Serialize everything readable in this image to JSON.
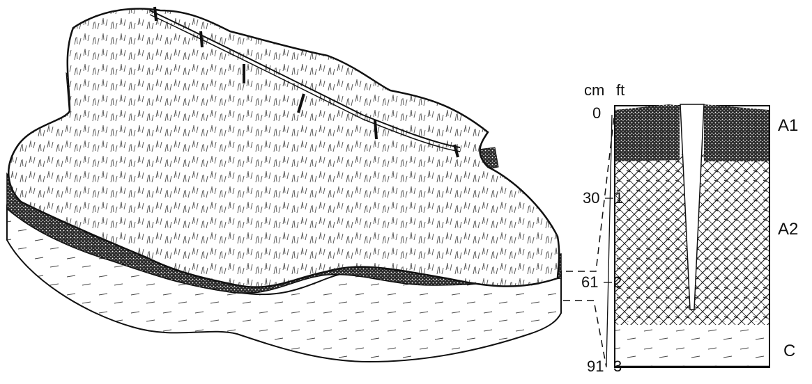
{
  "units": {
    "cm": "cm",
    "ft": "ft"
  },
  "depth_scale": [
    {
      "cm": "0",
      "ft": ""
    },
    {
      "cm": "30",
      "ft": "1"
    },
    {
      "cm": "61",
      "ft": "2"
    },
    {
      "cm": "91",
      "ft": "3"
    }
  ],
  "horizons": [
    "A1",
    "A2",
    "C"
  ],
  "colors": {
    "ink": "#111111",
    "paper": "#ffffff"
  }
}
